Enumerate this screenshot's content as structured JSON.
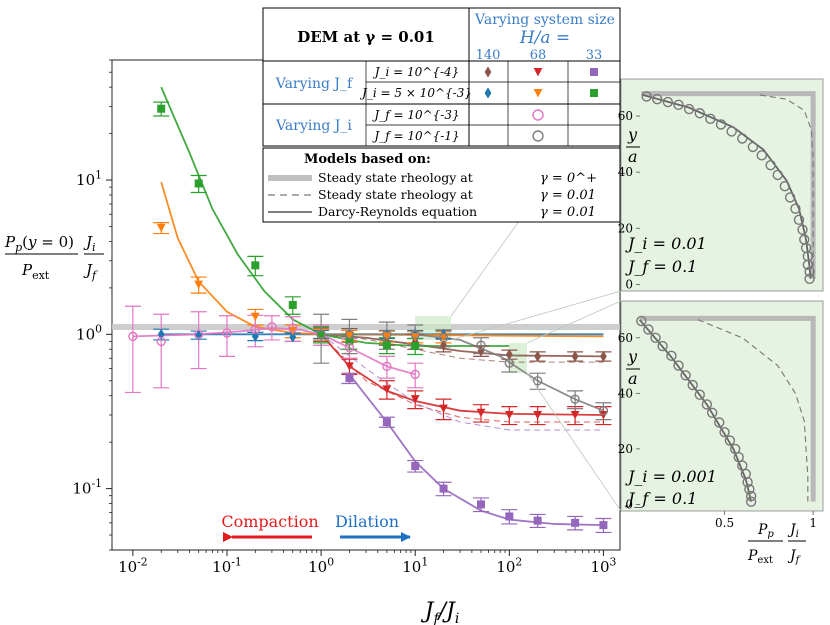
{
  "chart_data": [
    {
      "type": "scatter",
      "x_scale": "log",
      "y_scale": "log",
      "xlim": [
        0.006,
        1500
      ],
      "ylim": [
        0.04,
        60
      ],
      "xlabel": "J_f / J_i",
      "ylabel_top": "P_p(y = 0)",
      "ylabel_bottom": "P_ext",
      "ylabel_ratio_top": "J_i",
      "ylabel_ratio_bottom": "J_f",
      "x_ticks": [
        {
          "v": 0.01,
          "label": "10^{-2}"
        },
        {
          "v": 0.1,
          "label": "10^{-1}"
        },
        {
          "v": 1,
          "label": "10^{0}"
        },
        {
          "v": 10,
          "label": "10^{1}"
        },
        {
          "v": 100,
          "label": "10^{2}"
        },
        {
          "v": 1000,
          "label": "10^{3}"
        }
      ],
      "y_ticks": [
        {
          "v": 0.1,
          "label": "10^{-1}"
        },
        {
          "v": 1,
          "label": "10^{0}"
        },
        {
          "v": 10,
          "label": "10^{1}"
        }
      ],
      "annotations": {
        "compaction": "Compaction",
        "dilation": "Dilation"
      },
      "colors": {
        "brown": "#8c564b",
        "red": "#d62728",
        "purple": "#9467bd",
        "blue": "#1f77b4",
        "orange": "#ff7f0e",
        "green": "#2ca02c",
        "pink": "#e377c2",
        "gray": "#7f7f7f",
        "compaction": "#e31a1c",
        "dilation": "#1f6fc5",
        "legend_text": "#3a7dc9"
      },
      "series": [
        {
          "marker": "diamond",
          "color": "#8c564b",
          "x": [
            1,
            2,
            5,
            10,
            20,
            50,
            100,
            200,
            500,
            1000
          ],
          "y": [
            1.0,
            0.99,
            0.95,
            0.9,
            0.85,
            0.78,
            0.74,
            0.72,
            0.72,
            0.72
          ],
          "err": [
            0.1,
            0.1,
            0.1,
            0.1,
            0.08,
            0.06,
            0.05,
            0.05,
            0.05,
            0.05
          ],
          "fit": [
            [
              1,
              1
            ],
            [
              3,
              0.95
            ],
            [
              10,
              0.86
            ],
            [
              30,
              0.78
            ],
            [
              100,
              0.73
            ],
            [
              1000,
              0.72
            ]
          ],
          "dashed": [
            [
              1,
              1
            ],
            [
              3,
              0.93
            ],
            [
              10,
              0.8
            ],
            [
              30,
              0.7
            ],
            [
              100,
              0.66
            ],
            [
              1000,
              0.66
            ]
          ]
        },
        {
          "marker": "triangle-down",
          "color": "#d62728",
          "x": [
            2,
            5,
            10,
            20,
            50,
            100,
            200,
            500,
            1000
          ],
          "y": [
            0.62,
            0.44,
            0.38,
            0.33,
            0.31,
            0.3,
            0.3,
            0.3,
            0.3
          ],
          "err": [
            0.07,
            0.06,
            0.05,
            0.05,
            0.04,
            0.04,
            0.04,
            0.04,
            0.04
          ],
          "fit": [
            [
              1,
              1
            ],
            [
              2,
              0.62
            ],
            [
              5,
              0.43
            ],
            [
              10,
              0.37
            ],
            [
              30,
              0.32
            ],
            [
              100,
              0.305
            ],
            [
              1000,
              0.3
            ]
          ],
          "dashed": [
            [
              1,
              1
            ],
            [
              3,
              0.5
            ],
            [
              10,
              0.35
            ],
            [
              30,
              0.29
            ],
            [
              100,
              0.27
            ],
            [
              1000,
              0.27
            ]
          ]
        },
        {
          "marker": "square",
          "color": "#9467bd",
          "x": [
            2,
            5,
            10,
            20,
            50,
            100,
            200,
            500,
            1000
          ],
          "y": [
            0.52,
            0.27,
            0.14,
            0.1,
            0.079,
            0.066,
            0.062,
            0.06,
            0.058
          ],
          "err": [
            0.04,
            0.02,
            0.012,
            0.01,
            0.008,
            0.007,
            0.006,
            0.006,
            0.006
          ],
          "fit": [
            [
              2,
              0.55
            ],
            [
              3,
              0.4
            ],
            [
              5,
              0.27
            ],
            [
              10,
              0.15
            ],
            [
              20,
              0.1
            ],
            [
              50,
              0.072
            ],
            [
              100,
              0.063
            ],
            [
              300,
              0.059
            ],
            [
              1000,
              0.058
            ]
          ],
          "dashed": [
            [
              1,
              1
            ],
            [
              3,
              0.6
            ],
            [
              10,
              0.36
            ],
            [
              30,
              0.27
            ],
            [
              100,
              0.24
            ],
            [
              1000,
              0.24
            ]
          ]
        },
        {
          "marker": "diamond",
          "color": "#1f77b4",
          "x": [
            0.02,
            0.05,
            0.2,
            0.5,
            1,
            2,
            5,
            10,
            20
          ],
          "y": [
            1.0,
            0.99,
            0.97,
            0.96,
            1.0,
            1.0,
            1.0,
            1.0,
            1.0
          ],
          "err": [
            0.08,
            0.06,
            0.06,
            0.06,
            0.06,
            0.06,
            0.06,
            0.06,
            0.06
          ],
          "fit": [
            [
              0.02,
              1
            ],
            [
              1000,
              1
            ]
          ],
          "dashed": []
        },
        {
          "marker": "triangle-down",
          "color": "#ff7f0e",
          "x": [
            0.02,
            0.05,
            0.2,
            0.5,
            1,
            2,
            5,
            10,
            20
          ],
          "y": [
            4.9,
            2.1,
            1.3,
            1.05,
            1.0,
            0.98,
            0.97,
            0.96,
            0.96
          ],
          "err": [
            0.4,
            0.25,
            0.15,
            0.1,
            0.08,
            0.08,
            0.08,
            0.08,
            0.08
          ],
          "fit": [
            [
              0.02,
              9.7
            ],
            [
              0.03,
              4.2
            ],
            [
              0.05,
              2.2
            ],
            [
              0.1,
              1.4
            ],
            [
              0.2,
              1.12
            ],
            [
              0.5,
              1.02
            ],
            [
              1,
              1
            ],
            [
              1000,
              0.97
            ]
          ],
          "dashed": []
        },
        {
          "marker": "square",
          "color": "#2ca02c",
          "x": [
            0.02,
            0.05,
            0.2,
            0.5,
            1,
            2,
            5,
            10
          ],
          "y": [
            29,
            9.5,
            2.8,
            1.55,
            1.0,
            0.9,
            0.85,
            0.84
          ],
          "err": [
            3,
            1.2,
            0.4,
            0.2,
            0.12,
            0.1,
            0.1,
            0.1
          ],
          "fit": [
            [
              0.02,
              40
            ],
            [
              0.04,
              15
            ],
            [
              0.07,
              6.5
            ],
            [
              0.13,
              3.3
            ],
            [
              0.25,
              1.9
            ],
            [
              0.5,
              1.25
            ],
            [
              1,
              1
            ],
            [
              3,
              0.88
            ],
            [
              10,
              0.84
            ],
            [
              100,
              0.84
            ]
          ],
          "dashed": []
        },
        {
          "marker": "circle",
          "color": "#e377c2",
          "x": [
            0.01,
            0.02,
            0.05,
            0.1,
            0.2,
            0.3,
            0.5,
            1,
            2,
            5,
            10
          ],
          "y": [
            0.97,
            0.9,
            1.0,
            1.02,
            1.08,
            1.12,
            1.1,
            1.0,
            0.82,
            0.62,
            0.55
          ],
          "err": [
            0.55,
            0.45,
            0.4,
            0.3,
            0.25,
            0.2,
            0.2,
            0.15,
            0.12,
            0.1,
            0.1
          ],
          "fit": [
            [
              0.01,
              0.97
            ],
            [
              0.05,
              1.0
            ],
            [
              0.15,
              1.05
            ],
            [
              0.3,
              1.1
            ],
            [
              0.6,
              1.07
            ],
            [
              1,
              1
            ],
            [
              2,
              0.82
            ],
            [
              5,
              0.62
            ],
            [
              10,
              0.55
            ]
          ],
          "dashed": []
        },
        {
          "marker": "circle",
          "color": "#7f7f7f",
          "x": [
            1,
            2,
            5,
            10,
            20,
            50,
            100,
            200,
            500,
            1000
          ],
          "y": [
            1.0,
            1.0,
            1.0,
            1.0,
            0.95,
            0.85,
            0.65,
            0.5,
            0.38,
            0.32
          ],
          "err": [
            0.35,
            0.25,
            0.2,
            0.15,
            0.12,
            0.1,
            0.08,
            0.06,
            0.05,
            0.04
          ],
          "fit": [
            [
              1,
              1
            ],
            [
              10,
              1
            ],
            [
              30,
              0.92
            ],
            [
              80,
              0.72
            ],
            [
              200,
              0.5
            ],
            [
              500,
              0.38
            ],
            [
              1000,
              0.32
            ]
          ],
          "dashed": []
        }
      ]
    },
    {
      "type": "line",
      "panel": "inset-top",
      "ylabel_top": "y",
      "ylabel_bottom": "a",
      "y_ticks": [
        0,
        20,
        40,
        60
      ],
      "xlim": [
        0,
        1.05
      ],
      "ylim": [
        -2,
        70
      ],
      "labels": {
        "ji": "J_i = 0.01",
        "jf": "J_f = 0.1"
      },
      "markers": {
        "p": [
          0.06,
          0.12,
          0.18,
          0.24,
          0.3,
          0.36,
          0.42,
          0.48,
          0.54,
          0.6,
          0.66,
          0.71,
          0.76,
          0.8,
          0.84,
          0.87,
          0.9,
          0.92,
          0.94,
          0.95,
          0.96,
          0.97,
          0.97,
          0.98,
          0.98
        ],
        "y": [
          67,
          66,
          65,
          64,
          62.5,
          61,
          59,
          57,
          54.5,
          52,
          49,
          46,
          42.5,
          39,
          35,
          31,
          27,
          23,
          19.5,
          16,
          13,
          10,
          7,
          4.5,
          2
        ]
      },
      "solid_curve": [
        [
          0.04,
          67.5
        ],
        [
          0.3,
          63
        ],
        [
          0.55,
          56
        ],
        [
          0.72,
          48
        ],
        [
          0.85,
          37
        ],
        [
          0.92,
          27
        ],
        [
          0.96,
          16
        ],
        [
          0.98,
          6
        ],
        [
          0.985,
          2
        ]
      ],
      "dashed_curve": [
        [
          0.7,
          67.5
        ],
        [
          0.85,
          66
        ],
        [
          0.95,
          62
        ],
        [
          0.99,
          55
        ],
        [
          1.0,
          45
        ],
        [
          1.0,
          2
        ]
      ],
      "steady_curve": [
        [
          0.03,
          68
        ],
        [
          1.0,
          68
        ],
        [
          1.0,
          2
        ]
      ]
    },
    {
      "type": "line",
      "panel": "inset-bottom",
      "ylabel_top": "y",
      "ylabel_bottom": "a",
      "y_ticks": [
        0,
        20,
        40,
        60
      ],
      "x_ticks": [
        {
          "v": 0.5,
          "label": "0.5"
        },
        {
          "v": 1,
          "label": "1"
        }
      ],
      "xlabel_top": "P_p",
      "xlabel_bottom": "P_ext",
      "xlabel_ratio_top": "J_i",
      "xlabel_ratio_bottom": "J_f",
      "xlim": [
        0,
        1.05
      ],
      "ylim": [
        -2,
        70
      ],
      "labels": {
        "ji": "J_i = 0.001",
        "jf": "J_f = 0.1"
      },
      "markers": {
        "p": [
          0.03,
          0.07,
          0.11,
          0.15,
          0.2,
          0.24,
          0.28,
          0.32,
          0.36,
          0.4,
          0.43,
          0.47,
          0.5,
          0.53,
          0.56,
          0.58,
          0.6,
          0.62,
          0.63,
          0.64,
          0.65,
          0.65
        ],
        "y": [
          66,
          63,
          60,
          57,
          53.5,
          50,
          46.5,
          43,
          39.5,
          36,
          33,
          29.5,
          26,
          23,
          20,
          17,
          14,
          11,
          8,
          5.5,
          3,
          1
        ]
      },
      "solid_curve": [
        [
          0.02,
          66.5
        ],
        [
          0.2,
          53
        ],
        [
          0.4,
          36
        ],
        [
          0.55,
          20
        ],
        [
          0.62,
          9
        ],
        [
          0.65,
          1
        ]
      ],
      "dashed_curve": [
        [
          0.35,
          66.5
        ],
        [
          0.6,
          60
        ],
        [
          0.8,
          50
        ],
        [
          0.9,
          40
        ],
        [
          0.95,
          30
        ],
        [
          0.97,
          10
        ],
        [
          0.97,
          1
        ]
      ],
      "steady_curve": [
        [
          0.02,
          67
        ],
        [
          1.0,
          67
        ],
        [
          1.0,
          1
        ]
      ]
    }
  ],
  "legend": {
    "title": "DEM at γ = 0.01",
    "varying_size_title": "Varying system size",
    "h_over_a": "H/a =",
    "sizes": [
      "140",
      "68",
      "33"
    ],
    "varying_jf": "Varying J_f",
    "varying_ji": "Varying J_i",
    "rows": [
      "J_i = 10^{-4}",
      "J_i = 5 × 10^{-3}",
      "J_f = 10^{-3}",
      "J_f = 10^{-1}"
    ],
    "models_title": "Models based on:",
    "models": [
      {
        "label": "Steady state rheology at",
        "gamma": "γ = 0^+"
      },
      {
        "label": "Steady state rheology at",
        "gamma": "γ = 0.01"
      },
      {
        "label": "Darcy-Reynolds equation",
        "gamma": "γ = 0.01"
      }
    ]
  }
}
